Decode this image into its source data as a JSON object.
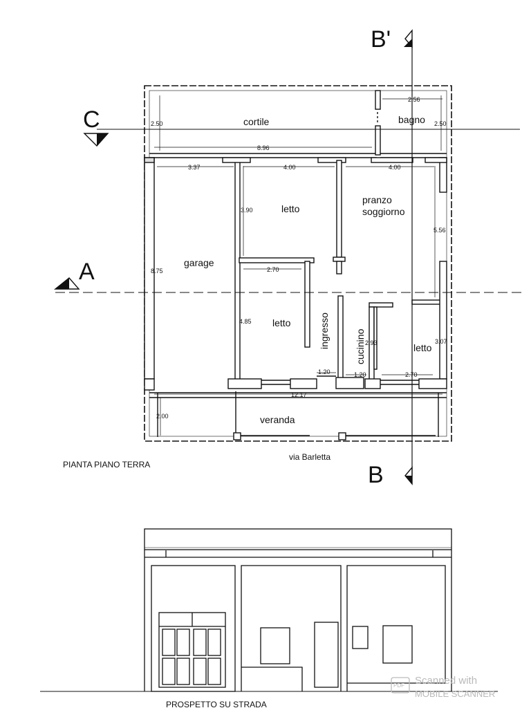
{
  "plan": {
    "rooms": {
      "cortile": "cortile",
      "bagno": "bagno",
      "letto_top": "letto",
      "pranzo_1": "pranzo",
      "pranzo_2": "soggiorno",
      "garage": "garage",
      "letto_mid": "letto",
      "ingresso": "ingresso",
      "cucinino": "cucinino",
      "letto_right": "letto",
      "veranda": "veranda"
    },
    "dimensions": {
      "d_256": "2.56",
      "d_250_left": "2.50",
      "d_250_right": "2.50",
      "d_896": "8.96",
      "d_337": "3.37",
      "d_400_a": "4.00",
      "d_400_b": "4.00",
      "d_390": "3.90",
      "d_556": "5.56",
      "d_270_a": "2.70",
      "d_875": "8.75",
      "d_485": "4.85",
      "d_293": "2.93",
      "d_307": "3.07",
      "d_120_a": "1.20",
      "d_120_b": "1.20",
      "d_270_b": "2.70",
      "d_1217": "12.17",
      "d_200": "2.00"
    },
    "sections": {
      "b_prime": "B'",
      "b": "B",
      "c": "C",
      "a": "A"
    },
    "street": "via Barletta",
    "caption": "PIANTA PIANO TERRA"
  },
  "elevation": {
    "caption": "PROSPETTO SU STRADA"
  },
  "watermark": {
    "line1": "Scanned with",
    "line2": "MOBILE SCANNER",
    "badge": "PDF"
  }
}
